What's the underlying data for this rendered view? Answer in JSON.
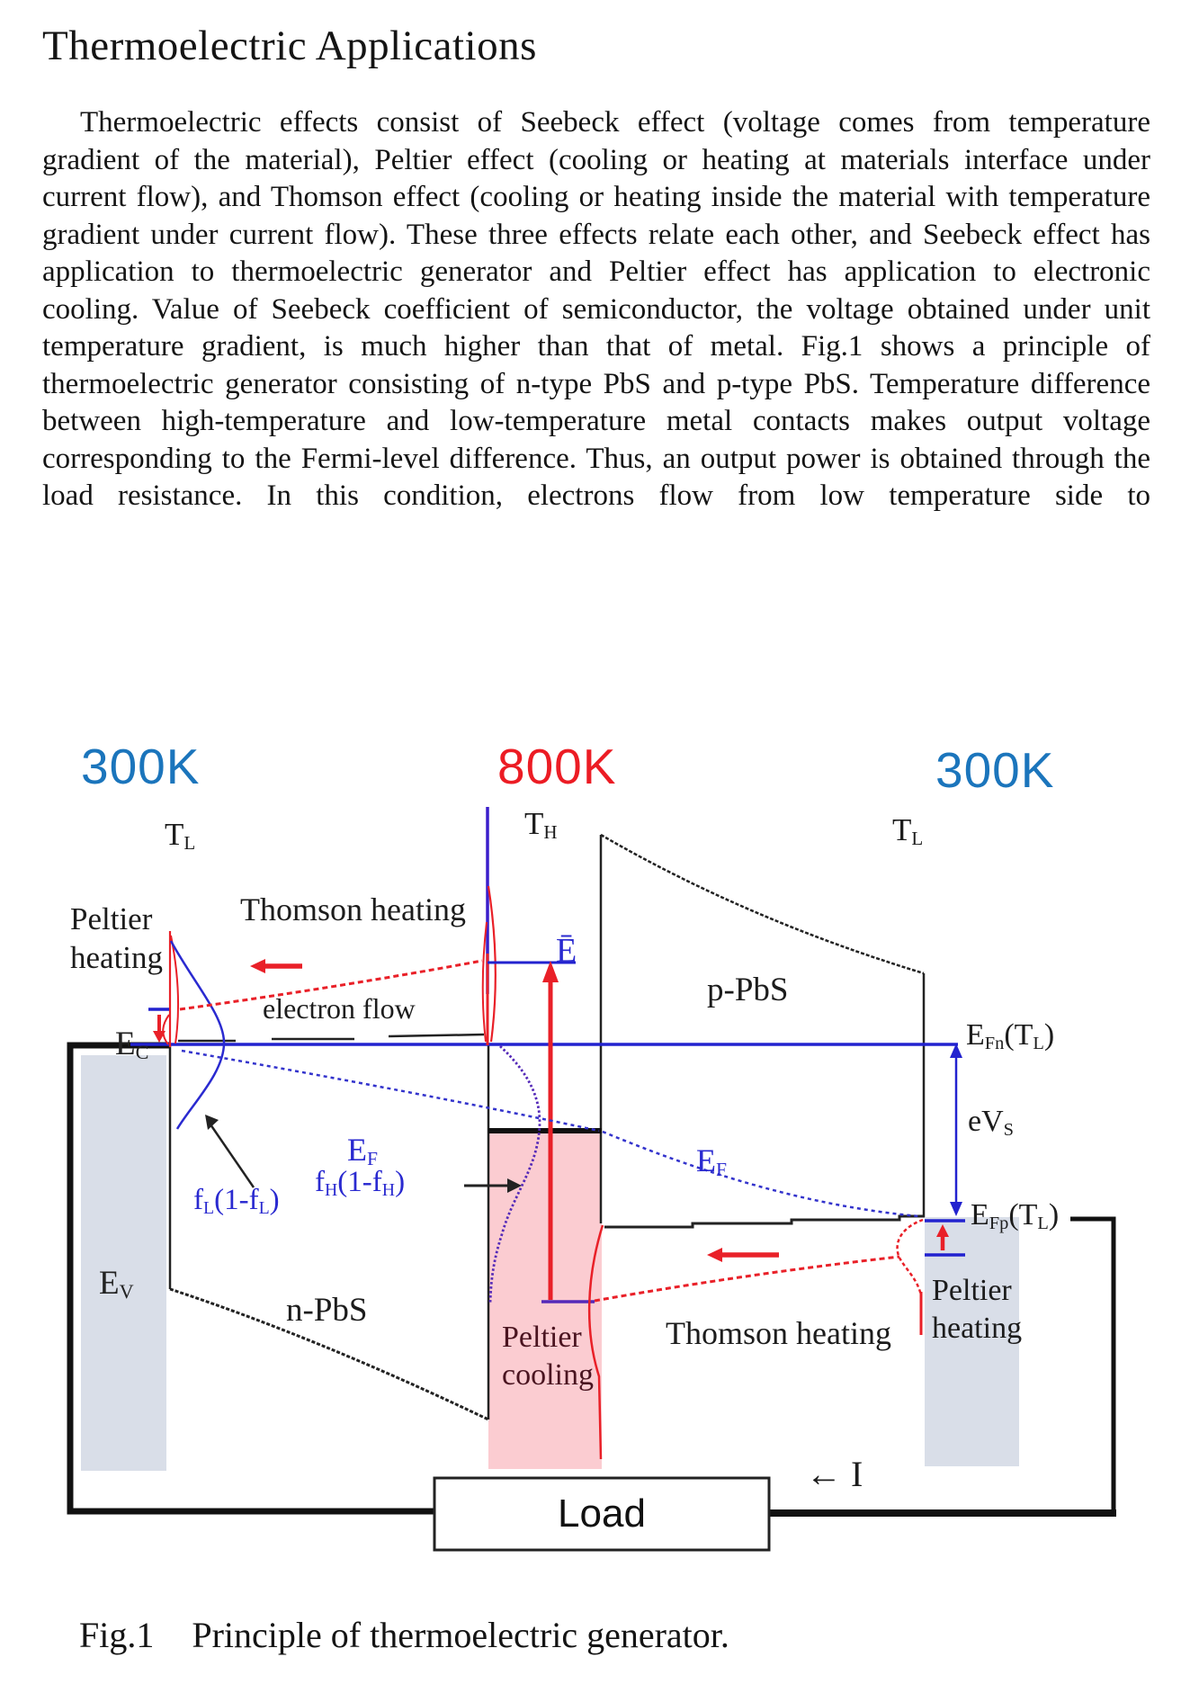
{
  "page": {
    "title": "Thermoelectric Applications",
    "paragraph": "Thermoelectric effects consist of Seebeck effect (voltage comes from temperature gradient of the material), Peltier effect (cooling or heating at materials interface under current flow), and Thomson effect (cooling or heating inside the material with temperature gradient under current flow). These three effects relate each other, and Seebeck effect has application to thermoelectric generator and Peltier effect has application to electronic cooling. Value of Seebeck coefficient of semiconductor, the voltage obtained under unit temperature gradient, is much higher than that of metal. Fig.1 shows a principle of thermoelectric generator consisting of n-type PbS and p-type PbS. Temperature difference between high-temperature and low-temperature metal contacts makes output voltage corresponding to the Fermi-level difference. Thus, an output power is obtained through the load resistance. In this condition, electrons flow from low temperature side to",
    "caption_label": "Fig.1",
    "caption_text": "Principle of thermoelectric generator."
  },
  "figure": {
    "temps": {
      "left": "300K",
      "middle": "800K",
      "right": "300K"
    },
    "labels": {
      "tl_left": "T_{L}",
      "th": "T_{H}",
      "tl_right": "T_{L}",
      "peltier_heating_left": "Peltier\nheating",
      "thomson_heating_top": "Thomson heating",
      "electron_flow": "electron flow",
      "e_bar": "Ē",
      "ec": "E_{C}",
      "ev": "E_{V}",
      "ef_left": "E_{F}",
      "ef_right": "E_{F}",
      "fl": "f_{L}(1-f_{L})",
      "fh": "f_{H}(1-f_{H})",
      "n_pbs": "n-PbS",
      "p_pbs": "p-PbS",
      "peltier_cooling": "Peltier\ncooling",
      "thomson_heating_bottom": "Thomson heating",
      "peltier_heating_right": "Peltier\nheating",
      "efn": "E_{Fn}(T_{L})",
      "evs": "eV_{S}",
      "efp": "E_{Fp}(T_{L})",
      "current": "← I",
      "load": "Load"
    },
    "colors": {
      "cold_label_blue": "#1b75bc",
      "hot_label_red": "#ec1c24",
      "band_line_blue": "#2222cf",
      "distribution_red": "#e92028",
      "distribution_purple": "#5429b8",
      "contact_gray": "#d9dee8",
      "peltier_cooling_pink": "#fbccd1",
      "text_black": "#1c1c1c"
    }
  }
}
